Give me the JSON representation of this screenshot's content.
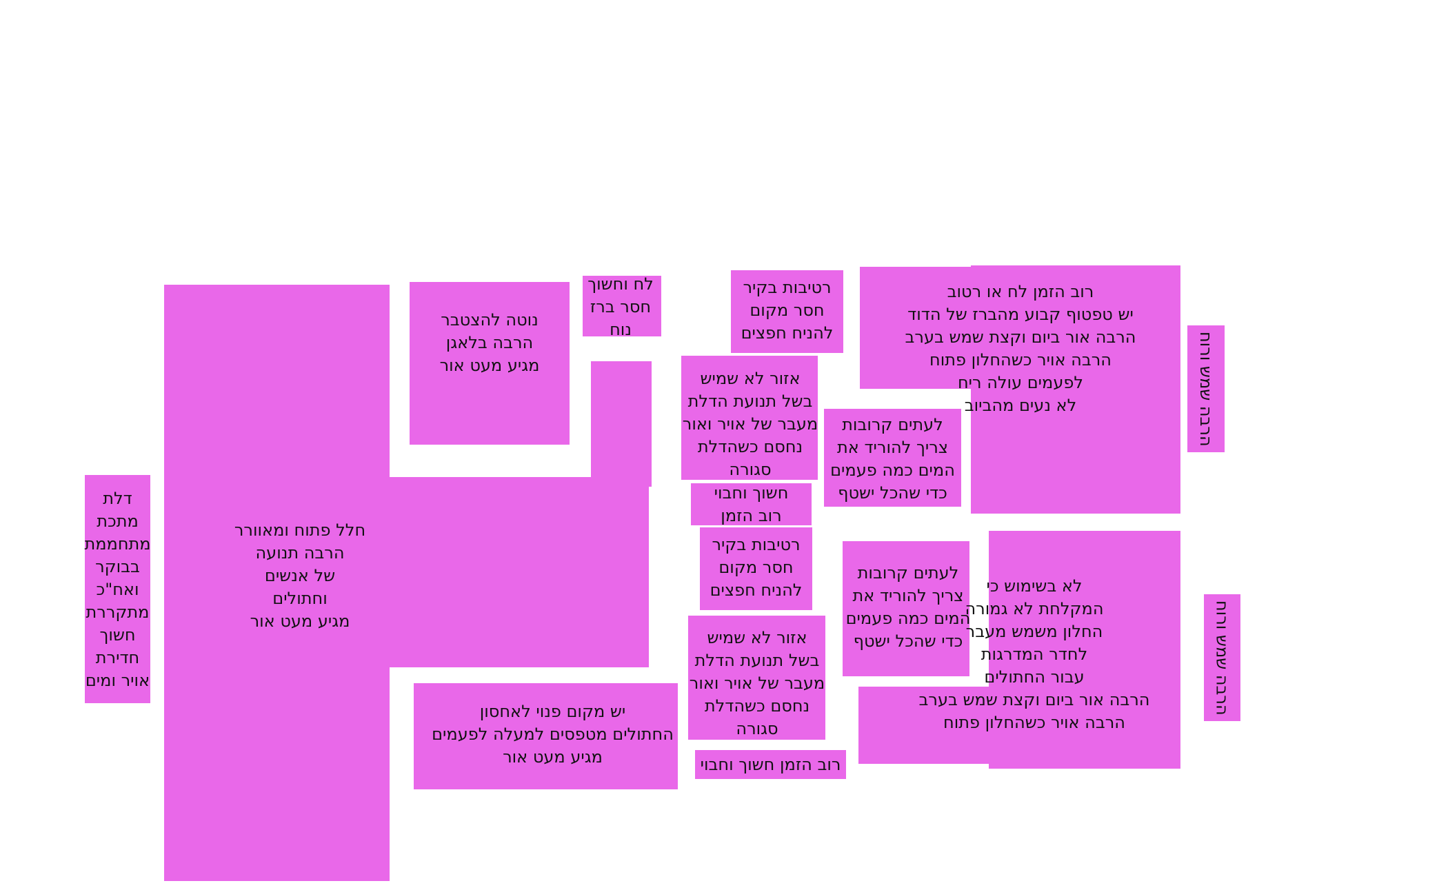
{
  "diagram": {
    "block_color": "#e968e9",
    "text_color": "#111111",
    "zones": {
      "main_hall": "חלל פתוח ומאוורר\nהרבה תנועה\nשל אנשים\nוחתולים\nמגיע מעט אור",
      "left_door": "דלת\nמתכת\nמתחממת\nבבוקר\nואח\"כ\nמתקררת\nחשוך\nחדירת\nאויר ומים",
      "clutter": "נוטה להצטבר\nהרבה בלאגן\nמגיע מעט אור",
      "tap_corner": "לח וחשוך\nחסר ברז\nנוח",
      "storage_bottom": "יש מקום פנוי לאחסון\nהחתולים מטפסים למעלה לפעמים\nמגיע מעט אור",
      "damp_wall_top": "רטיבות בקיר\nחסר מקום\nלהניח חפצים",
      "unused_top": "אזור לא שמיש\nבשל תנועת הדלת\nמעבר של אויר ואור\nנחסם כשהדלת\nסגורה",
      "dark_hidden_top": "חשוך וחבוי\nרוב הזמן",
      "damp_wall_bottom": "רטיבות בקיר\nחסר מקום\nלהניח חפצים",
      "unused_bottom": "אזור לא שמיש\nבשל תנועת הדלת\nמעבר של אויר ואור\nנחסם כשהדלת\nסגורה",
      "dark_hidden_bottom": "רוב הזמן חשוך וחבוי",
      "bathroom_top": "רוב הזמן לח או רטוב\nיש טפטוף קבוע מהברז של הדוד\nהרבה אור ביום וקצת שמש בערב\nהרבה אויר כשהחלון פתוח\nלפעמים עולה ריח\nלא נעים מהביוב",
      "drain_top": "לעתים קרובות\nצריך להוריד את\nהמים כמה פעמים\nכדי שהכל ישטף",
      "drain_bottom": "לעתים קרובות\nצריך להוריד את\nהמים כמה פעמים\nכדי שהכל ישטף",
      "bathroom_bottom": "לא בשימוש כי\nהמקלחת לא גמורה\nהחלון משמש מעבר\nלחדר המדרגות\nעבור החתולים\nהרבה אור ביום וקצת שמש בערב\nהרבה אויר כשהחלון פתוח",
      "window_top": "הרבה שמש ורוח",
      "window_bottom": "הרבה שמש ורוח"
    }
  }
}
